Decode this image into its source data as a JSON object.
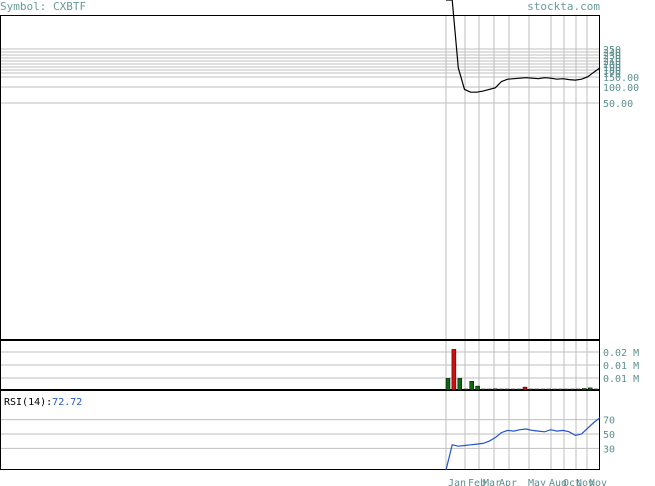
{
  "header": {
    "symbol_label": "Symbol: CXBTF",
    "site": "stockta.com"
  },
  "rsi": {
    "label": "RSI(14):",
    "value": "72.72"
  },
  "colors": {
    "price_line": "#000000",
    "grid": "#bfbfbf",
    "axis_text": "#5f8f8f",
    "rsi_line": "#2255cc",
    "vol_up": "#116611",
    "vol_down": "#cc1111"
  },
  "chart_data": [
    {
      "type": "line",
      "name": "price",
      "y_ticks": [
        "250",
        "240",
        "230",
        "220",
        "210",
        "200",
        "190",
        "180",
        "170",
        "150.00",
        "100.00",
        "50.00"
      ],
      "y_log_scale": true,
      "x_labels": [
        "Jan",
        "Feb",
        "Mar",
        "Apr",
        "May",
        "Aug",
        "Oct",
        "Nov",
        "Nov"
      ],
      "values": [
        5000,
        900,
        200,
        155,
        150,
        150,
        152,
        155,
        158,
        170,
        175,
        176,
        177,
        178,
        177,
        176,
        178,
        177,
        175,
        176,
        174,
        173,
        175,
        180,
        190,
        200
      ]
    },
    {
      "type": "bar",
      "name": "volume",
      "y_ticks": [
        "0.02 M",
        "0.01 M",
        "0.01 M"
      ],
      "bars": [
        {
          "v": 0.006,
          "dir": "up"
        },
        {
          "v": 0.021,
          "dir": "down"
        },
        {
          "v": 0.006,
          "dir": "up"
        },
        {
          "v": 0.0005,
          "dir": "up"
        },
        {
          "v": 0.0045,
          "dir": "up"
        },
        {
          "v": 0.002,
          "dir": "up"
        },
        {
          "v": 0.0004,
          "dir": "up"
        },
        {
          "v": 0.0002,
          "dir": "up"
        },
        {
          "v": 0.0006,
          "dir": "up"
        },
        {
          "v": 0.0002,
          "dir": "up"
        },
        {
          "v": 0.0003,
          "dir": "up"
        },
        {
          "v": 0.0002,
          "dir": "up"
        },
        {
          "v": 0.0003,
          "dir": "up"
        },
        {
          "v": 0.0015,
          "dir": "down"
        },
        {
          "v": 0.0003,
          "dir": "up"
        },
        {
          "v": 0.0002,
          "dir": "up"
        },
        {
          "v": 0.0002,
          "dir": "up"
        },
        {
          "v": 0.0003,
          "dir": "up"
        },
        {
          "v": 0.0002,
          "dir": "up"
        },
        {
          "v": 0.0003,
          "dir": "up"
        },
        {
          "v": 0.0002,
          "dir": "up"
        },
        {
          "v": 0.0003,
          "dir": "up"
        },
        {
          "v": 0.0004,
          "dir": "up"
        },
        {
          "v": 0.0008,
          "dir": "up"
        },
        {
          "v": 0.0011,
          "dir": "up"
        },
        {
          "v": 0.0004,
          "dir": "up"
        }
      ]
    },
    {
      "type": "line",
      "name": "RSI(14)",
      "y_ticks": [
        "70",
        "50",
        "30"
      ],
      "ylim": [
        0,
        100
      ],
      "values": [
        0,
        35,
        33,
        34,
        35,
        36,
        37,
        40,
        45,
        52,
        55,
        54,
        56,
        57,
        55,
        54,
        53,
        56,
        54,
        55,
        53,
        48,
        50,
        58,
        66,
        72.72
      ]
    }
  ]
}
